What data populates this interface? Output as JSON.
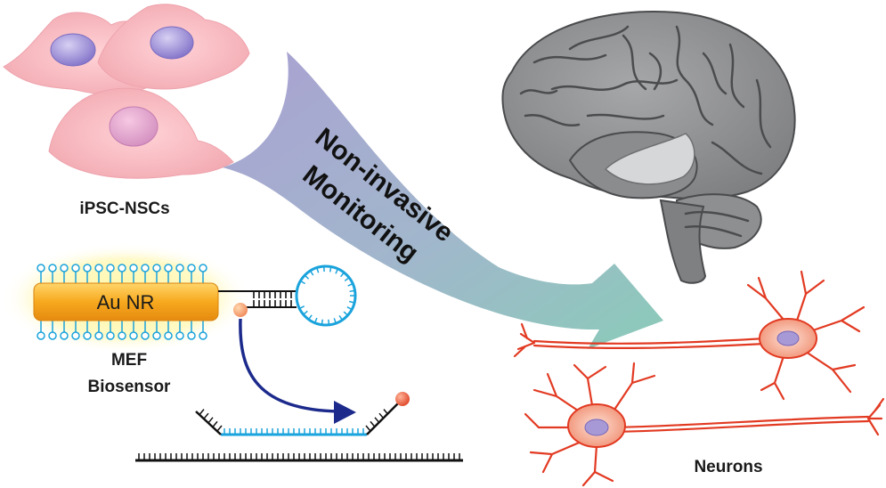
{
  "labels": {
    "cells": "iPSC-NSCs",
    "nanorod": "Au NR",
    "sensor_line1": "MEF",
    "sensor_line2": "Biosensor",
    "neurons": "Neurons"
  },
  "arrow": {
    "line1": "Non-invasive",
    "line2": "Monitoring"
  },
  "colors": {
    "cell_fill": "#f6b8bf",
    "nucleus": "#9a88d6",
    "arrow_start": "#9b93c9",
    "arrow_end": "#8ec7b6",
    "brain": "#8f9092",
    "neuron": "#e23a22",
    "nanorod": "#f2a51a",
    "hairpin": "#1aa3dc",
    "pathway_arrow": "#1c2a8c",
    "dna_strand": "#111111"
  }
}
